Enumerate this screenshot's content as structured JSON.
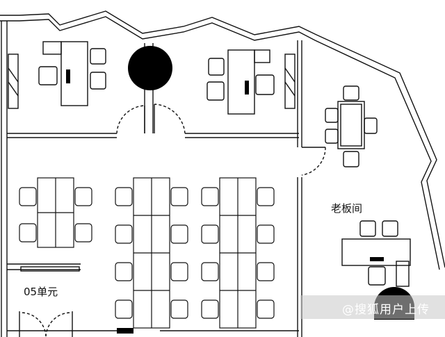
{
  "labels": {
    "room": "老板间",
    "unit": "05单元"
  },
  "watermark": "@搜狐用户上传",
  "colors": {
    "line": "#111111",
    "fill": "#000000",
    "background": "#ffffff"
  }
}
